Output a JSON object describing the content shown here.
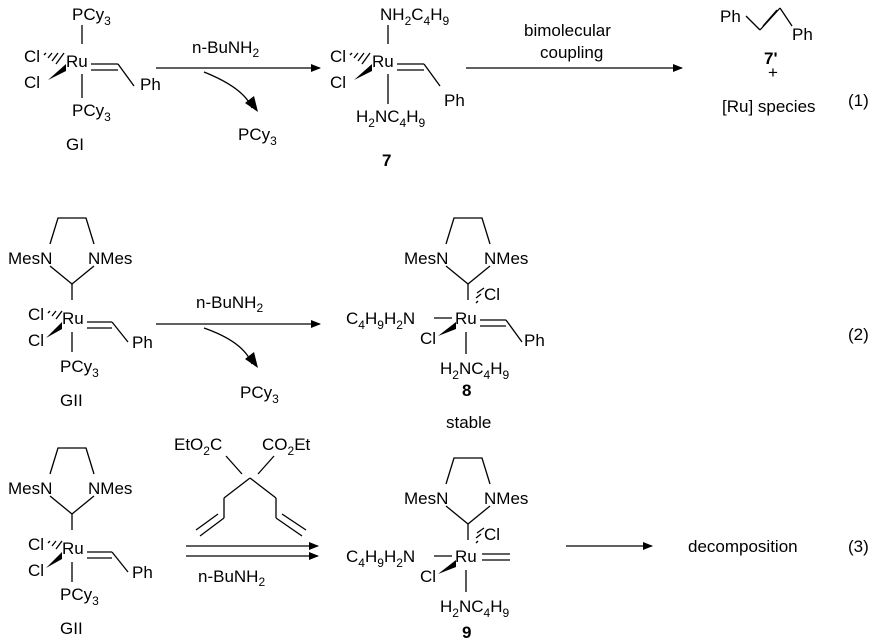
{
  "reaction1": {
    "reactant_label": "GI",
    "reagent": "n-BuNH",
    "reagent_sub": "2",
    "byproduct": "PCy",
    "byproduct_sub": "3",
    "product_label": "7",
    "condition_line1": "bimolecular",
    "condition_line2": "coupling",
    "final_product_label": "7'",
    "plus": "+",
    "ru_species": "[Ru] species",
    "eq_number": "(1)"
  },
  "reaction2": {
    "reactant_label": "GII",
    "reagent": "n-BuNH",
    "reagent_sub": "2",
    "byproduct": "PCy",
    "byproduct_sub": "3",
    "product_label": "8",
    "product_note": "stable",
    "eq_number": "(2)"
  },
  "reaction3": {
    "reactant_label": "GII",
    "substrate_left": "EtO",
    "substrate_right": "CO",
    "reagent": "n-BuNH",
    "reagent_sub": "2",
    "product_label": "9",
    "outcome": "decomposition",
    "eq_number": "(3)"
  }
}
